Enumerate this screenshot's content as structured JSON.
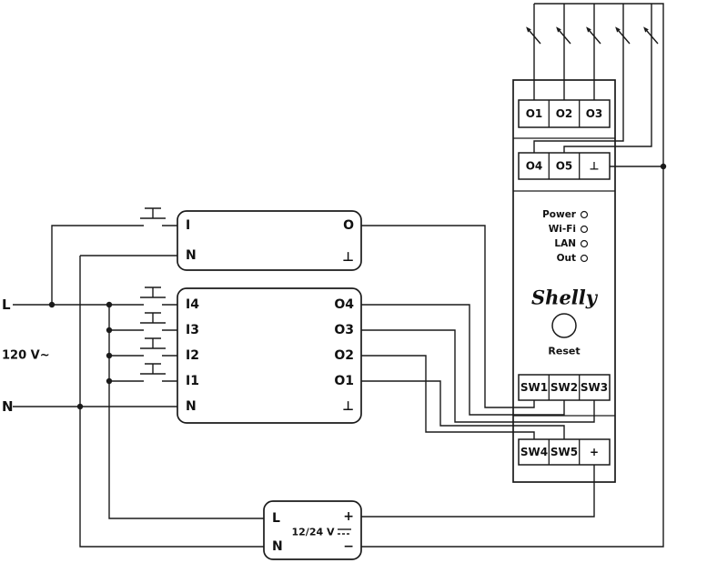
{
  "left": {
    "l": "L",
    "voltage": "120 V~",
    "n": "N"
  },
  "relay1": {
    "left": [
      "I",
      "N"
    ],
    "right": [
      "O",
      "⊥"
    ]
  },
  "relay4": {
    "left": [
      "I4",
      "I3",
      "I2",
      "I1",
      "N"
    ],
    "right": [
      "O4",
      "O3",
      "O2",
      "O1",
      "⊥"
    ]
  },
  "psu": {
    "left": [
      "L",
      "N"
    ],
    "right": [
      "+",
      "−"
    ],
    "label": "12/24 V"
  },
  "device": {
    "brand": "Shelly",
    "reset": "Reset",
    "status": [
      "Power",
      "Wi-Fi",
      "LAN",
      "Out"
    ],
    "block_o123": [
      "O1",
      "O2",
      "O3"
    ],
    "block_o45": [
      "O4",
      "O5",
      "⊥"
    ],
    "block_sw123": [
      "SW1",
      "SW2",
      "SW3"
    ],
    "block_sw45": [
      "SW4",
      "SW5",
      "+"
    ]
  },
  "colors": {
    "wire": "#1a1a1a",
    "background": "#ffffff"
  }
}
